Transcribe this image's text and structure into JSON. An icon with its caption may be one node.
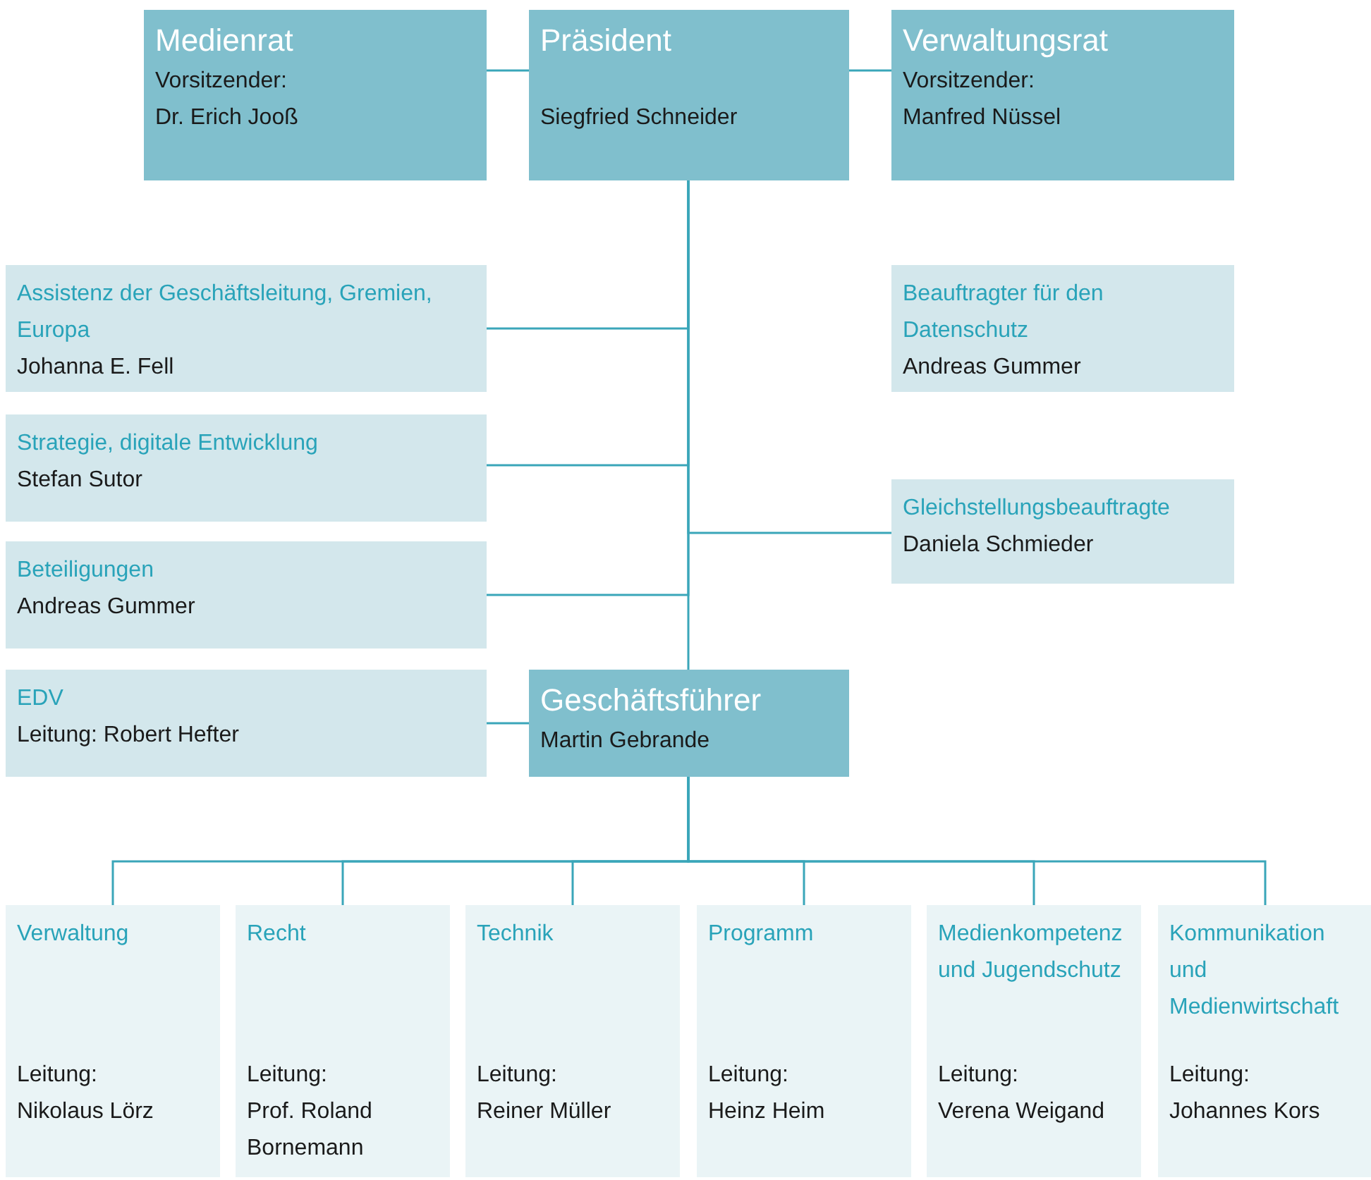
{
  "diagram": {
    "nodes": [
      {
        "text": [
          "Medienrat",
          "Vorsitzender:",
          "Dr. Erich Jooß"
        ]
      },
      {
        "text": [
          "Präsident",
          "Siegfried Schneider"
        ]
      },
      {
        "text": [
          "Verwaltungsrat",
          "Vorsitzender:",
          "Manfred Nüssel"
        ]
      },
      {
        "text": [
          "Assistenz der Geschäftsleitung, Gremien, Europa",
          "Johanna E. Fell"
        ]
      },
      {
        "text": [
          "Beauftragter für den Datenschutz",
          "Andreas Gummer"
        ]
      },
      {
        "text": [
          "Strategie, digitale Entwicklung",
          "Stefan Sutor"
        ]
      },
      {
        "text": [
          "Gleichstellungsbeauftragte",
          "Daniela Schmieder"
        ]
      },
      {
        "text": [
          "Beteiligungen",
          "Andreas Gummer"
        ]
      },
      {
        "text": [
          "EDV",
          "Leitung: Robert Hefter"
        ]
      },
      {
        "text": [
          "Geschäftsführer",
          "Martin Gebrande"
        ]
      },
      {
        "text": [
          "Verwaltung",
          "Leitung:",
          "Nikolaus Lörz"
        ]
      },
      {
        "text": [
          "Recht",
          "Leitung:",
          "Prof. Roland Bornemann"
        ]
      },
      {
        "text": [
          "Technik",
          "Leitung:",
          "Reiner Müller"
        ]
      },
      {
        "text": [
          "Programm",
          "Leitung:",
          "Heinz Heim"
        ]
      },
      {
        "text": [
          "Medienkompetenz und Jugendschutz",
          "Leitung:",
          "Verena Weigand"
        ]
      },
      {
        "text": [
          "Kommunikation und Medienwirtschaft",
          "Leitung:",
          "Johannes Kors"
        ]
      }
    ],
    "edges": [
      {
        "from": 0,
        "to": 1,
        "arrow": "none"
      },
      {
        "from": 1,
        "to": 2,
        "arrow": "none"
      },
      {
        "from": 1,
        "to": 3,
        "arrow": "none"
      },
      {
        "from": 1,
        "to": 5,
        "arrow": "none"
      },
      {
        "from": 1,
        "to": 6,
        "arrow": "none"
      },
      {
        "from": 1,
        "to": 7,
        "arrow": "none"
      },
      {
        "from": 1,
        "to": 9,
        "arrow": "none"
      },
      {
        "from": 8,
        "to": 9,
        "arrow": "none"
      },
      {
        "from": 9,
        "to": 10,
        "arrow": "none"
      },
      {
        "from": 9,
        "to": 11,
        "arrow": "none"
      },
      {
        "from": 9,
        "to": 12,
        "arrow": "none"
      },
      {
        "from": 9,
        "to": 13,
        "arrow": "none"
      },
      {
        "from": 9,
        "to": 14,
        "arrow": "none"
      },
      {
        "from": 9,
        "to": 15,
        "arrow": "none"
      }
    ]
  }
}
